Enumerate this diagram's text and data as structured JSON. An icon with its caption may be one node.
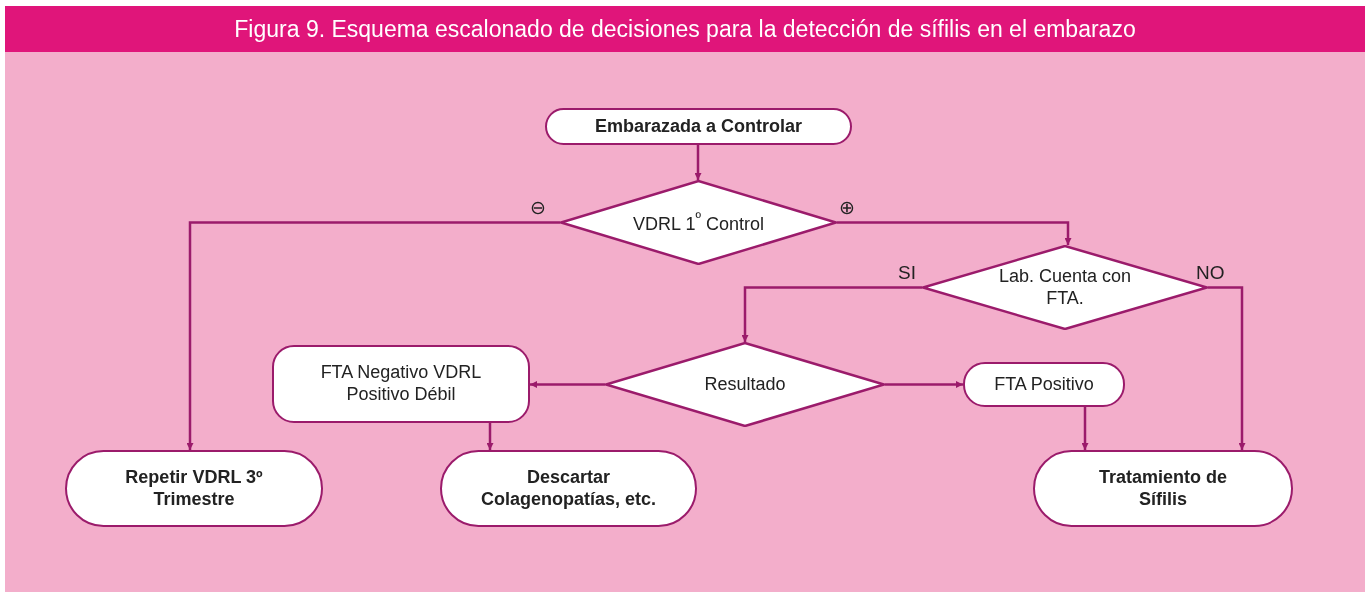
{
  "diagram": {
    "title": "Figura 9. Esquema escalonado de decisiones para la detección de sífilis en el embarazo",
    "nodes": [
      {
        "text": [
          "Embarazada a Controlar"
        ]
      },
      {
        "text": [
          "VDRL 1$^{º}$ Control"
        ]
      },
      {
        "text": [
          "Lab. Cuenta con FTA."
        ]
      },
      {
        "text": [
          "Resultado"
        ]
      },
      {
        "text": [
          "FTA Negativo VDRL Positivo Débil"
        ]
      },
      {
        "text": [
          "FTA Positivo"
        ]
      },
      {
        "text": [
          "Repetir VDRL 3º Trimestre"
        ]
      },
      {
        "text": [
          "Descartar Colagenopatías, etc."
        ]
      },
      {
        "text": [
          "Tratamiento de Sífilis"
        ]
      }
    ],
    "edges": [
      {
        "from": 0,
        "to": 1,
        "arrow": "to"
      },
      {
        "from": 1,
        "to": 6,
        "arrow": "to",
        "label": "⊖"
      },
      {
        "from": 1,
        "to": 2,
        "arrow": "to",
        "label": "⊕"
      },
      {
        "from": 2,
        "to": 3,
        "arrow": "to",
        "label": "SI"
      },
      {
        "from": 2,
        "to": 8,
        "arrow": "to",
        "label": "NO"
      },
      {
        "from": 3,
        "to": 4,
        "arrow": "to"
      },
      {
        "from": 3,
        "to": 5,
        "arrow": "to"
      },
      {
        "from": 4,
        "to": 7,
        "arrow": "to"
      },
      {
        "from": 5,
        "to": 8,
        "arrow": "to"
      }
    ]
  }
}
